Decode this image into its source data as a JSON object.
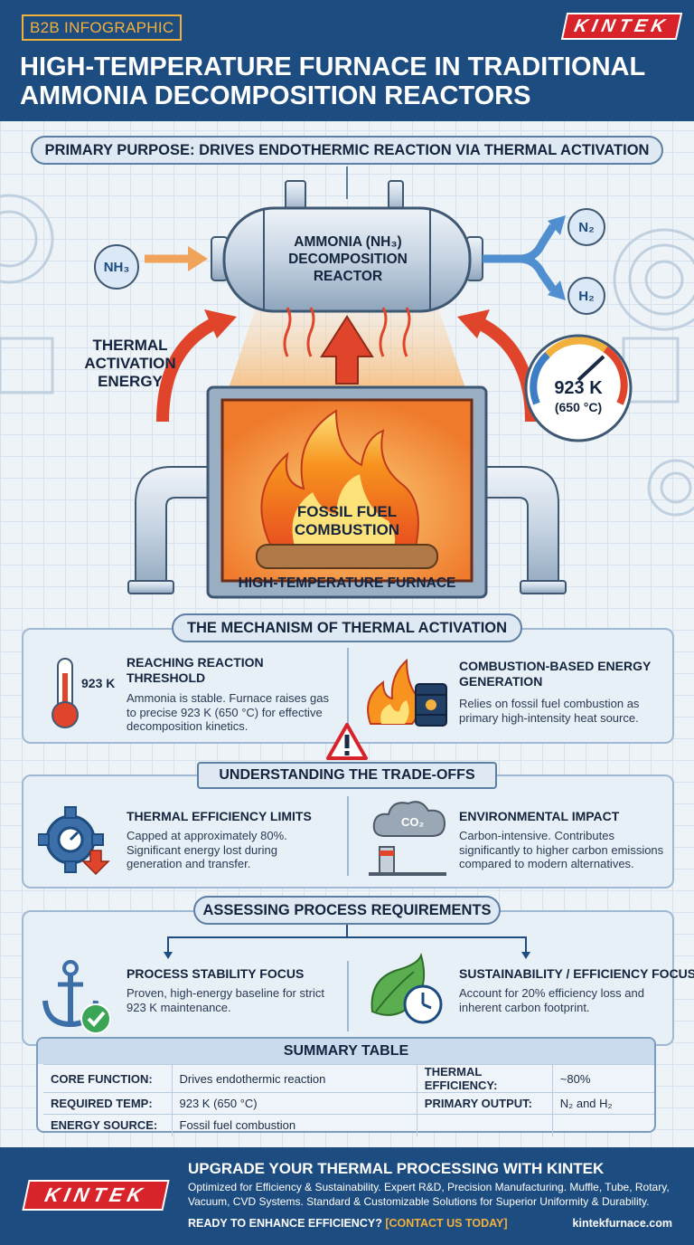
{
  "header": {
    "tag": "B2B INFOGRAPHIC",
    "brand": "KINTEK",
    "title_line1": "HIGH-TEMPERATURE FURNACE IN TRADITIONAL",
    "title_line2": "AMMONIA DECOMPOSITION REACTORS"
  },
  "hero": {
    "purpose": "PRIMARY PURPOSE: DRIVES ENDOTHERMIC REACTION VIA THERMAL ACTIVATION",
    "input": "NH₃",
    "reactor_label_1": "AMMONIA (NH₃)",
    "reactor_label_2": "DECOMPOSITION",
    "reactor_label_3": "REACTOR",
    "output_1": "N₂",
    "output_2": "H₂",
    "thermal_1": "THERMAL",
    "thermal_2": "ACTIVATION",
    "thermal_3": "ENERGY",
    "gauge_k": "923 K",
    "gauge_c": "(650 °C)",
    "flame_1": "FOSSIL FUEL",
    "flame_2": "COMBUSTION",
    "furnace": "HIGH-TEMPERATURE FURNACE"
  },
  "mechanism": {
    "title": "THE MECHANISM OF THERMAL ACTIVATION",
    "thermo_label": "923 K",
    "left_h": "REACHING REACTION THRESHOLD",
    "left_p": "Ammonia is stable. Furnace raises gas to precise 923 K (650 °C) for effective decomposition kinetics.",
    "right_h": "COMBUSTION-BASED ENERGY GENERATION",
    "right_p": "Relies on fossil fuel combustion as primary high-intensity heat source."
  },
  "tradeoffs": {
    "title": "UNDERSTANDING THE TRADE-OFFS",
    "left_h": "THERMAL EFFICIENCY LIMITS",
    "left_p": "Capped at approximately 80%. Significant energy lost during generation and transfer.",
    "cloud": "CO₂",
    "right_h": "ENVIRONMENTAL IMPACT",
    "right_p": "Carbon-intensive. Contributes significantly to higher carbon emissions compared to modern alternatives."
  },
  "requirements": {
    "title": "ASSESSING PROCESS REQUIREMENTS",
    "left_h": "PROCESS STABILITY FOCUS",
    "left_p": "Proven, high-energy baseline for strict 923 K maintenance.",
    "right_h": "SUSTAINABILITY / EFFICIENCY FOCUS",
    "right_p": "Account for 20% efficiency loss and inherent carbon footprint."
  },
  "summary": {
    "title": "SUMMARY TABLE",
    "rows": [
      {
        "k1": "CORE FUNCTION:",
        "v1": "Drives endothermic reaction",
        "k2": "THERMAL EFFICIENCY:",
        "v2": "~80%"
      },
      {
        "k1": "REQUIRED TEMP:",
        "v1": "923 K (650 °C)",
        "k2": "PRIMARY OUTPUT:",
        "v2": "N₂ and H₂"
      },
      {
        "k1": "ENERGY SOURCE:",
        "v1": "Fossil fuel combustion",
        "k2": "",
        "v2": ""
      }
    ]
  },
  "footer": {
    "brand": "KINTEK",
    "heading": "UPGRADE YOUR THERMAL PROCESSING WITH KINTEK",
    "text": "Optimized for Efficiency & Sustainability. Expert R&D, Precision Manufacturing. Muffle, Tube, Rotary, Vacuum, CVD Systems. Standard & Customizable Solutions for Superior Uniformity & Durability.",
    "cta_q": "READY TO ENHANCE EFFICIENCY?",
    "cta_link": "[CONTACT US TODAY]",
    "url": "kintekfurnace.com"
  },
  "colors": {
    "navy": "#1d4c80",
    "accent": "#f2b13d",
    "brand_red": "#d8232a",
    "flame": "#f7931e",
    "arrow_red": "#e0452b"
  }
}
